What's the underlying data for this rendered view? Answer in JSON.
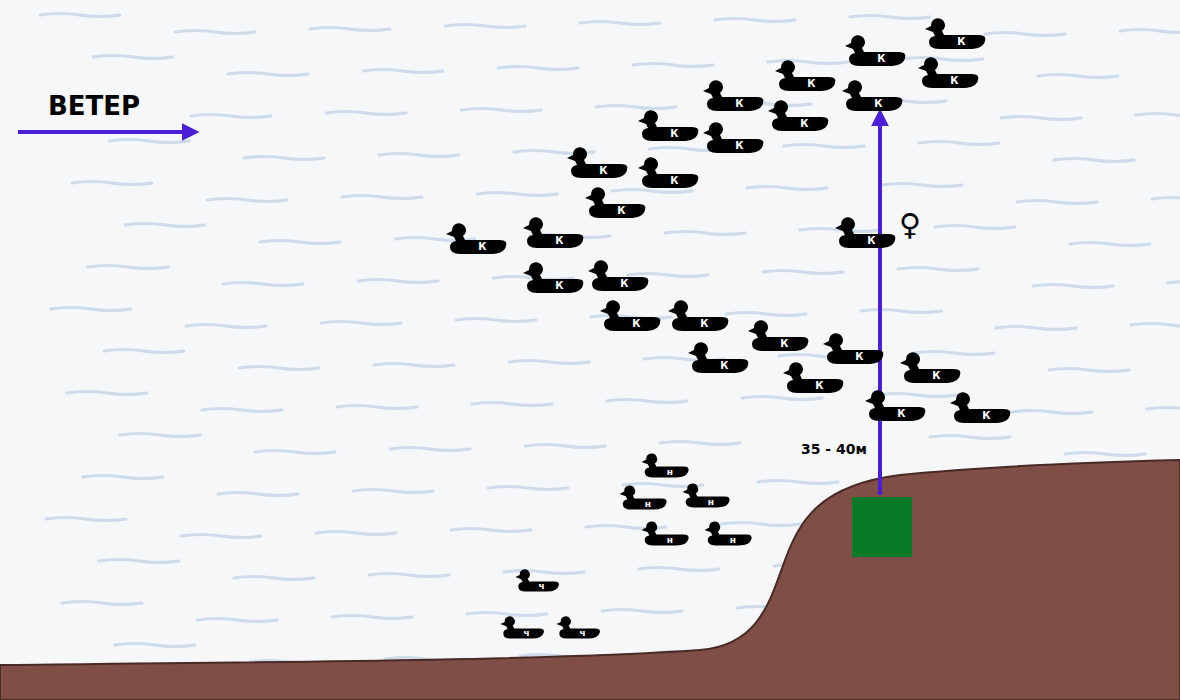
{
  "diagram": {
    "nodes": [
      {
        "text": [
          "К"
        ]
      },
      {
        "text": [
          "К"
        ]
      },
      {
        "text": [
          "К"
        ]
      },
      {
        "text": [
          "К"
        ]
      },
      {
        "text": [
          "К"
        ]
      },
      {
        "text": [
          "К"
        ]
      },
      {
        "text": [
          "К"
        ]
      },
      {
        "text": [
          "К"
        ]
      },
      {
        "text": [
          "К"
        ]
      },
      {
        "text": [
          "К"
        ]
      },
      {
        "text": [
          "К"
        ]
      },
      {
        "text": [
          "К"
        ]
      },
      {
        "text": [
          "К"
        ]
      },
      {
        "text": [
          "К"
        ]
      },
      {
        "text": [
          "К"
        ]
      },
      {
        "text": [
          "К"
        ]
      },
      {
        "text": [
          "К"
        ]
      },
      {
        "text": [
          "К"
        ]
      },
      {
        "text": [
          "К"
        ]
      },
      {
        "text": [
          "К"
        ]
      },
      {
        "text": [
          "К"
        ]
      },
      {
        "text": [
          "К"
        ]
      },
      {
        "text": [
          "К"
        ]
      },
      {
        "text": [
          "К"
        ]
      },
      {
        "text": [
          "К"
        ]
      },
      {
        "text": [
          "К"
        ]
      },
      {
        "text": [
          "н"
        ]
      },
      {
        "text": [
          "н"
        ]
      },
      {
        "text": [
          "н"
        ]
      },
      {
        "text": [
          "н"
        ]
      },
      {
        "text": [
          "н"
        ]
      },
      {
        "text": [
          "ч"
        ]
      },
      {
        "text": [
          "ч"
        ]
      },
      {
        "text": [
          "ч"
        ]
      }
    ],
    "labels": [
      "ВЕТЕР",
      "35 - 40м",
      "♀"
    ]
  }
}
